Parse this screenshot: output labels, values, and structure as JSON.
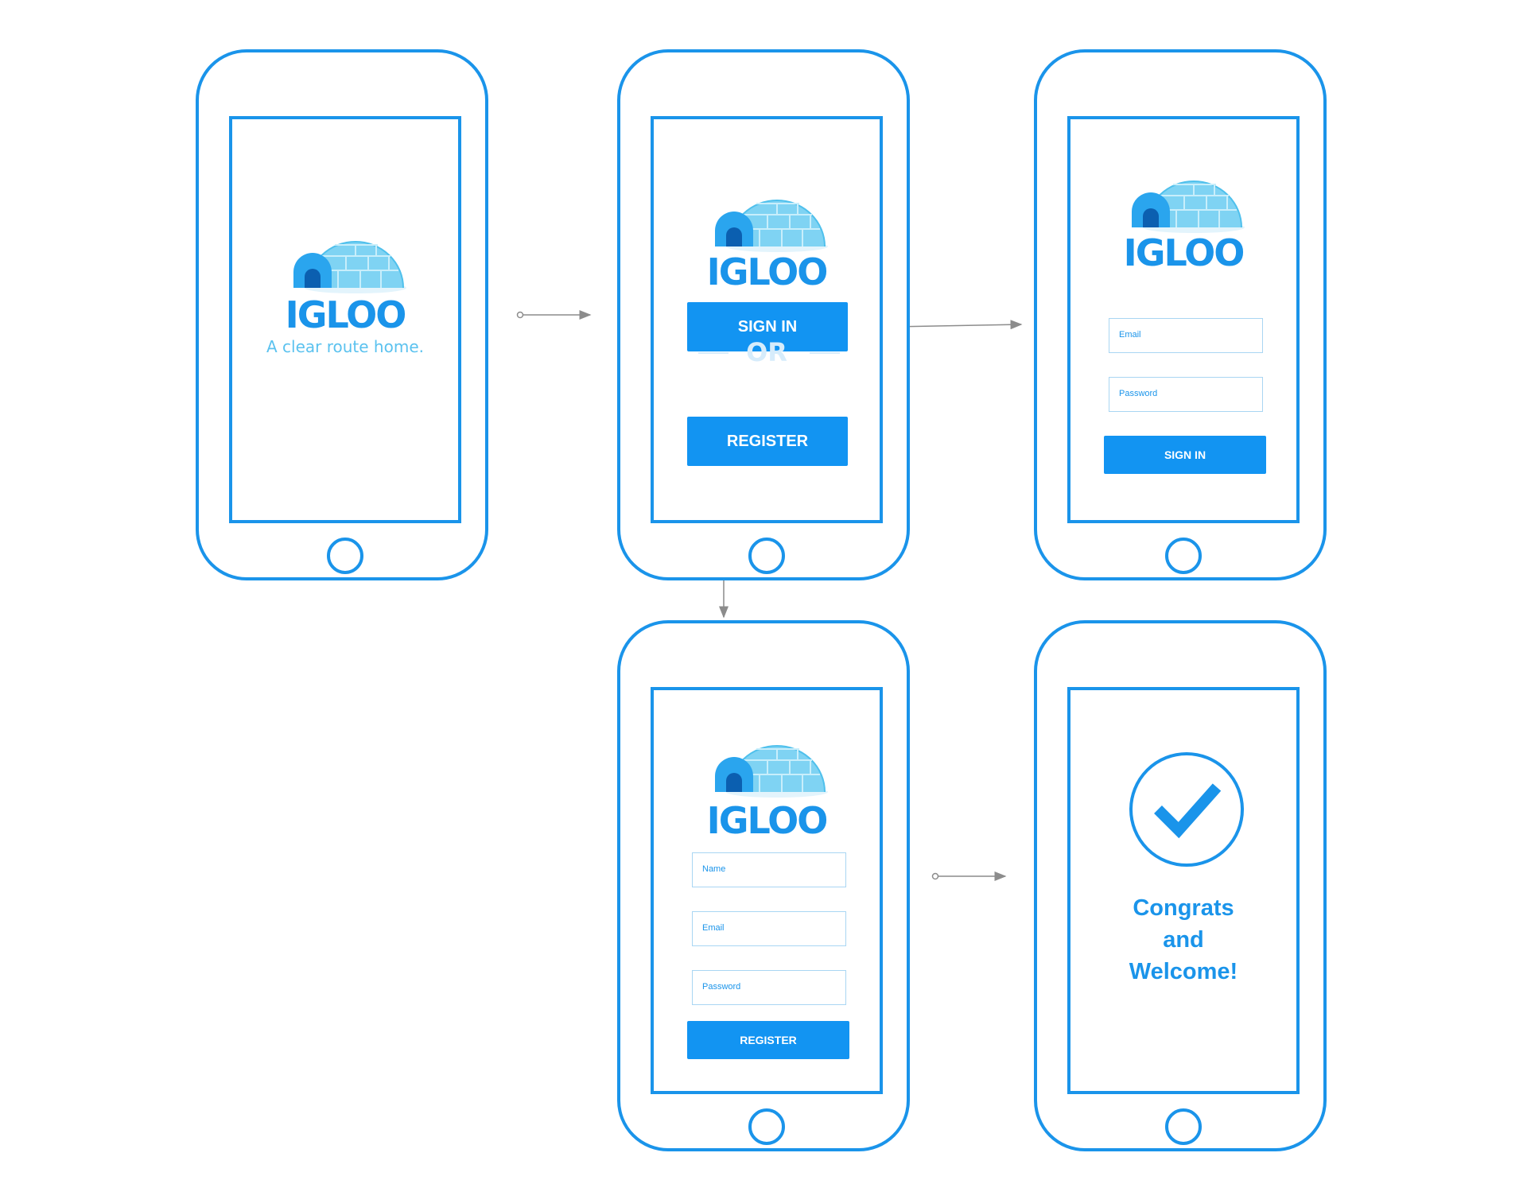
{
  "brand": {
    "name": "IGLOO",
    "tagline": "A clear route home.",
    "primary_color": "#1a94ea",
    "button_color": "#1294f2",
    "icon": "igloo-icon"
  },
  "screens": {
    "splash": {
      "logo": "IGLOO",
      "tagline": "A clear route home."
    },
    "welcome": {
      "logo": "IGLOO",
      "sign_in_label": "SIGN IN",
      "or_label": "OR",
      "register_label": "REGISTER"
    },
    "sign_in": {
      "logo": "IGLOO",
      "email_placeholder": "Email",
      "password_placeholder": "Password",
      "submit_label": "SIGN IN"
    },
    "register": {
      "logo": "IGLOO",
      "name_placeholder": "Name",
      "email_placeholder": "Email",
      "password_placeholder": "Password",
      "submit_label": "REGISTER"
    },
    "confirmation": {
      "icon": "checkmark-icon",
      "line1": "Congrats",
      "line2": "and",
      "line3": "Welcome!"
    }
  }
}
